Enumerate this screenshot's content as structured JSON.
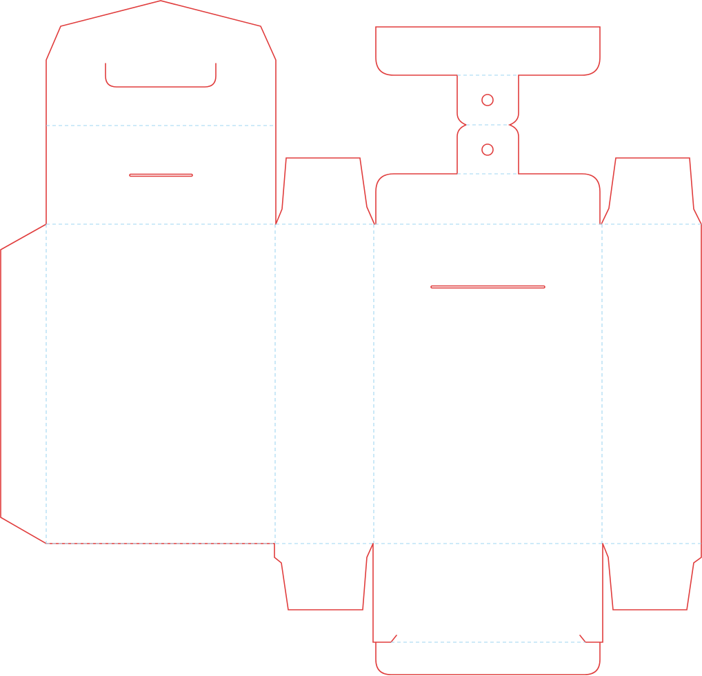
{
  "colors": {
    "background": "#ffffff",
    "cut_line": "#e03c3c",
    "fold_line": "#9ed6f0"
  },
  "legend": {
    "cut_line_style": "solid",
    "fold_line_style": "dashed"
  },
  "template_parts": [
    "glue-tab",
    "back-panel",
    "hanger-top-flap",
    "side-panel-left",
    "front-panel",
    "side-panel-right",
    "dust-flap-top-left",
    "dust-flap-top-right",
    "dust-flap-bottom-left",
    "dust-flap-bottom-right",
    "front-top-flap-with-lock-tab",
    "bottom-tuck-flap"
  ]
}
